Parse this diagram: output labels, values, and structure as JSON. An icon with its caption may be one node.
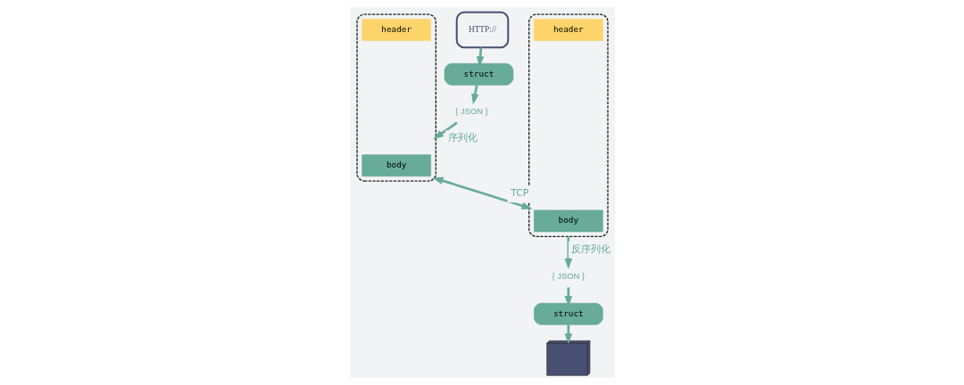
{
  "diagram": {
    "nodes": [
      {
        "text": [],
        "shape": "box"
      },
      {
        "text": [
          "header"
        ],
        "in": 0
      },
      {
        "text": [
          "body"
        ],
        "in": 0
      },
      {
        "text": [],
        "shape": "box"
      },
      {
        "text": [
          "header"
        ],
        "in": 3
      },
      {
        "text": [
          "body"
        ],
        "in": 3
      },
      {
        "text": [
          "{ JSON }"
        ]
      },
      {
        "text": [
          "struct"
        ]
      },
      {
        "text": [
          "HTTP://"
        ]
      },
      {
        "text": [
          "{ JSON }"
        ]
      },
      {
        "text": [
          "struct"
        ]
      },
      {
        "text": [],
        "shape": "server"
      }
    ],
    "edges": [
      {
        "from": 8,
        "to": 7,
        "arrow": "to"
      },
      {
        "from": 7,
        "to": 6,
        "arrow": "to"
      },
      {
        "from": 6,
        "to": 0,
        "arrow": "to",
        "label": "序列化"
      },
      {
        "from": 0,
        "to": 3,
        "arrow": "both",
        "label": "TCP"
      },
      {
        "from": 3,
        "to": 9,
        "arrow": "to",
        "label": "反序列化"
      },
      {
        "from": 9,
        "to": 10,
        "arrow": "to"
      },
      {
        "from": 10,
        "to": 11,
        "arrow": "to"
      }
    ]
  }
}
